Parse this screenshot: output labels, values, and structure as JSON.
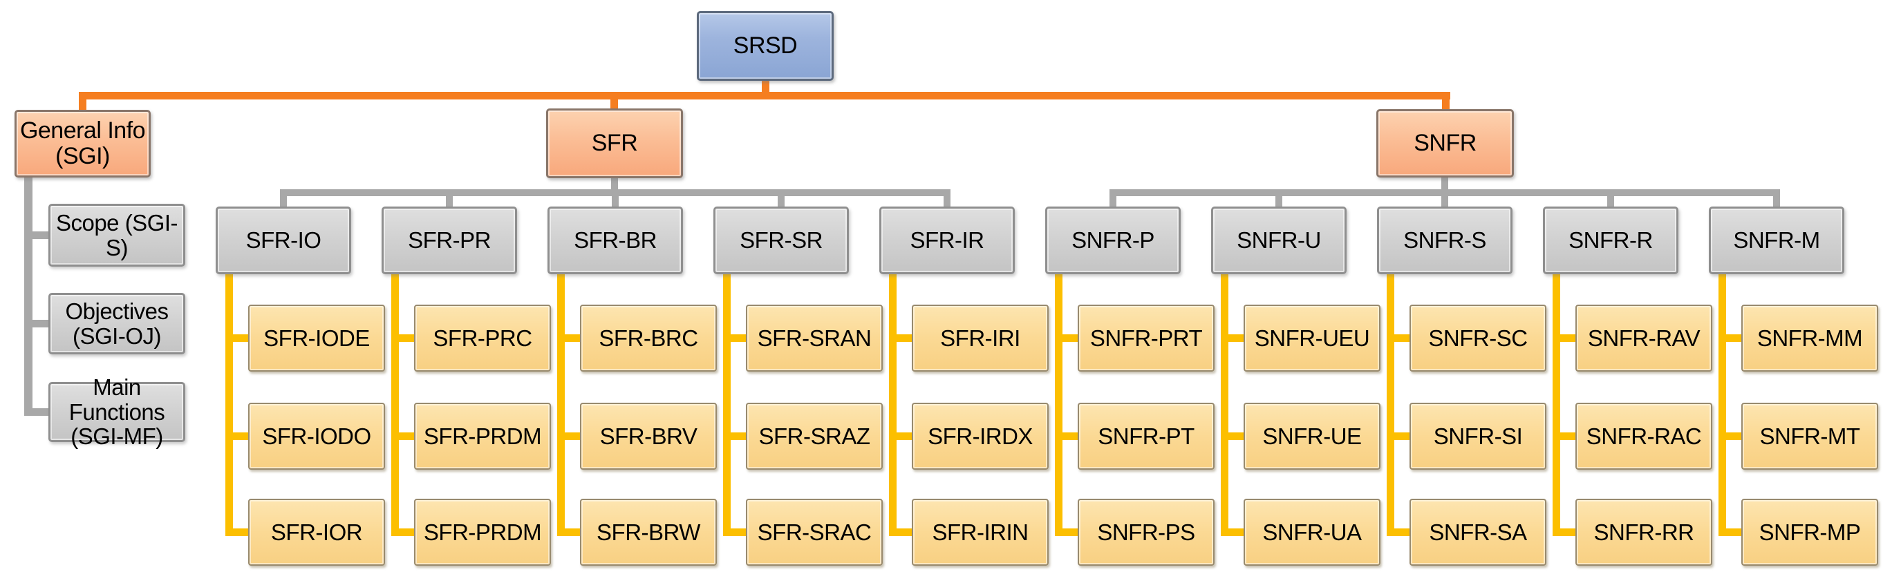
{
  "diagram": {
    "root": {
      "label": "SRSD"
    },
    "branches": [
      {
        "key": "sgi",
        "label": "General Info (SGI)",
        "children": [
          {
            "label": "Scope (SGI-S)"
          },
          {
            "label": "Objectives (SGI-OJ)"
          },
          {
            "label": "Main Functions (SGI-MF)"
          }
        ]
      },
      {
        "key": "sfr",
        "label": "SFR",
        "groups": [
          {
            "label": "SFR-IO",
            "leaves": [
              "SFR-IODE",
              "SFR-IODO",
              "SFR-IOR"
            ]
          },
          {
            "label": "SFR-PR",
            "leaves": [
              "SFR-PRC",
              "SFR-PRDM",
              "SFR-PRDM"
            ]
          },
          {
            "label": "SFR-BR",
            "leaves": [
              "SFR-BRC",
              "SFR-BRV",
              "SFR-BRW"
            ]
          },
          {
            "label": "SFR-SR",
            "leaves": [
              "SFR-SRAN",
              "SFR-SRAZ",
              "SFR-SRAC"
            ]
          },
          {
            "label": "SFR-IR",
            "leaves": [
              "SFR-IRI",
              "SFR-IRDX",
              "SFR-IRIN"
            ]
          }
        ]
      },
      {
        "key": "snfr",
        "label": "SNFR",
        "groups": [
          {
            "label": "SNFR-P",
            "leaves": [
              "SNFR-PRT",
              "SNFR-PT",
              "SNFR-PS"
            ]
          },
          {
            "label": "SNFR-U",
            "leaves": [
              "SNFR-UEU",
              "SNFR-UE",
              "SNFR-UA"
            ]
          },
          {
            "label": "SNFR-S",
            "leaves": [
              "SNFR-SC",
              "SNFR-SI",
              "SNFR-SA"
            ]
          },
          {
            "label": "SNFR-R",
            "leaves": [
              "SNFR-RAV",
              "SNFR-RAC",
              "SNFR-RR"
            ]
          },
          {
            "label": "SNFR-M",
            "leaves": [
              "SNFR-MM",
              "SNFR-MT",
              "SNFR-MP"
            ]
          }
        ]
      }
    ],
    "colors": {
      "root_fill": "#9db4dd",
      "branch_fill": "#fbbd95",
      "group_fill": "#d2d2d2",
      "leaf_fill": "#fbd994",
      "connector_orange": "#f57e20",
      "connector_gray": "#a8a8a8",
      "connector_yellow": "#fcbf00"
    }
  }
}
